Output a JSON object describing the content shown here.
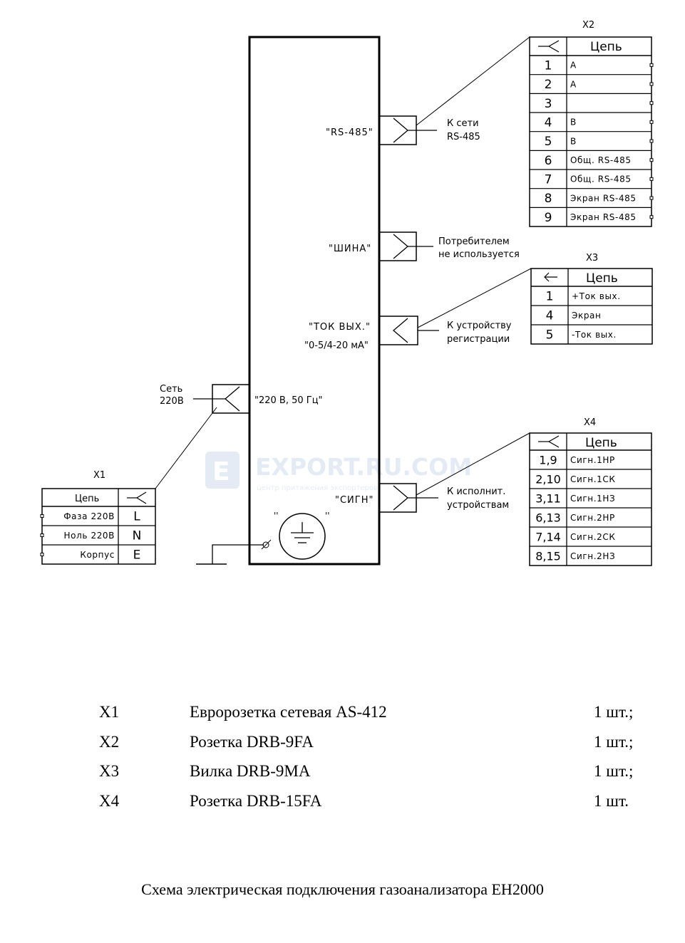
{
  "device": {
    "ports": {
      "rs485": "\"RS-485\"",
      "bus": "\"ШИНА\"",
      "current_out_1": "\"ТОК ВЫХ.\"",
      "current_out_2": "\"0-5/4-20 мА\"",
      "power": "\"220 В, 50 Гц\"",
      "signal": "\"СИГН\"",
      "ground_quote_left": "''",
      "ground_quote_right": "''"
    }
  },
  "notes": {
    "rs485_1": "К сети",
    "rs485_2": "RS-485",
    "bus_1": "Потребителем",
    "bus_2": "не используется",
    "current_1": "К устройству",
    "current_2": "регистрации",
    "power_1": "Сеть",
    "power_2": "220В",
    "signal_1": "К исполнит.",
    "signal_2": "устройствам"
  },
  "x1": {
    "title": "X1",
    "header": "Цепь",
    "rows": [
      {
        "circuit": "Фаза 220В",
        "pin": "L"
      },
      {
        "circuit": "Ноль 220В",
        "pin": "N"
      },
      {
        "circuit": "Корпус",
        "pin": "E"
      }
    ]
  },
  "x2": {
    "title": "X2",
    "header": "Цепь",
    "rows": [
      {
        "pin": "1",
        "circuit": "А"
      },
      {
        "pin": "2",
        "circuit": "А"
      },
      {
        "pin": "3",
        "circuit": ""
      },
      {
        "pin": "4",
        "circuit": "В"
      },
      {
        "pin": "5",
        "circuit": "В"
      },
      {
        "pin": "6",
        "circuit": "Общ. RS-485"
      },
      {
        "pin": "7",
        "circuit": "Общ. RS-485"
      },
      {
        "pin": "8",
        "circuit": "Экран RS-485"
      },
      {
        "pin": "9",
        "circuit": "Экран RS-485"
      }
    ]
  },
  "x3": {
    "title": "X3",
    "header": "Цепь",
    "rows": [
      {
        "pin": "1",
        "circuit": "+Ток вых."
      },
      {
        "pin": "4",
        "circuit": "Экран"
      },
      {
        "pin": "5",
        "circuit": "-Ток вых."
      }
    ]
  },
  "x4": {
    "title": "X4",
    "header": "Цепь",
    "rows": [
      {
        "pin": "1,9",
        "circuit": "Сигн.1НР"
      },
      {
        "pin": "2,10",
        "circuit": "Сигн.1СК"
      },
      {
        "pin": "3,11",
        "circuit": "Сигн.1НЗ"
      },
      {
        "pin": "6,13",
        "circuit": "Сигн.2НР"
      },
      {
        "pin": "7,14",
        "circuit": "Сигн.2СК"
      },
      {
        "pin": "8,15",
        "circuit": "Сигн.2НЗ"
      }
    ]
  },
  "watermark": {
    "brand": "EXPORT.RU.COM",
    "tagline": "центр притяжения экспортеров"
  },
  "parts_list": [
    {
      "ref": "X1",
      "desc": "Евророзетка сетевая AS-412",
      "qty": "1 шт.;"
    },
    {
      "ref": "X2",
      "desc": "Розетка DRB-9FA",
      "qty": "1 шт.;"
    },
    {
      "ref": "X3",
      "desc": "Вилка DRB-9MA",
      "qty": "1 шт.;"
    },
    {
      "ref": "X4",
      "desc": "Розетка DRB-15FA",
      "qty": "1 шт."
    }
  ],
  "caption": "Схема электрическая подключения газоанализатора ЕН2000"
}
